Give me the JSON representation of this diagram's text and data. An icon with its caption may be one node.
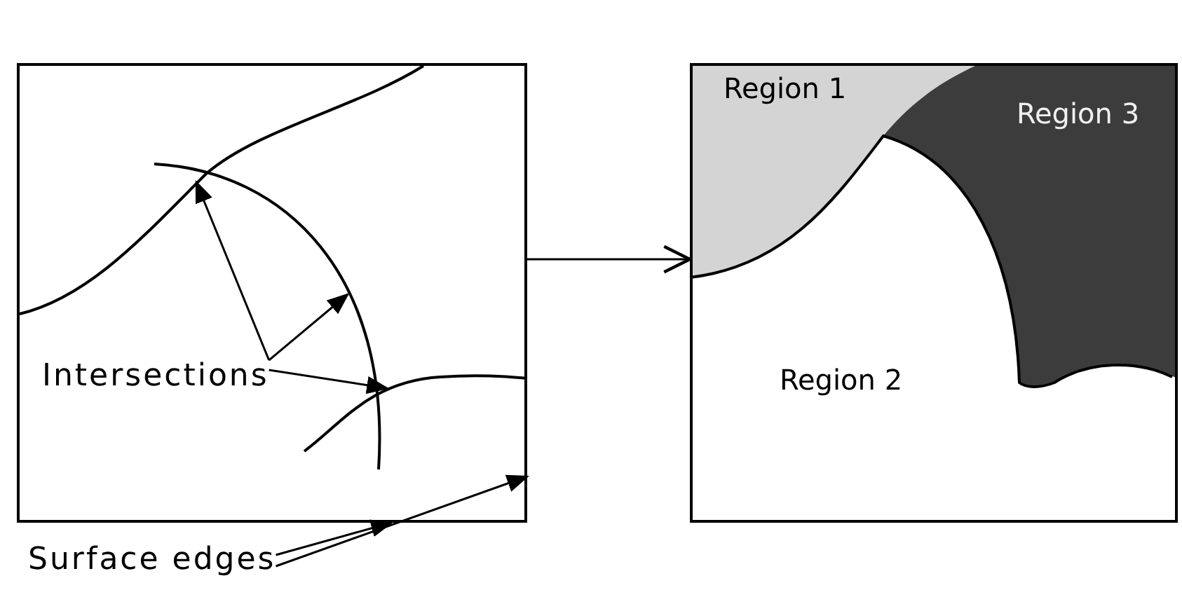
{
  "diagram": {
    "nodes": [
      {
        "text": [],
        "shape": "box"
      },
      {
        "text": [
          "Intersections"
        ],
        "in": 0
      },
      {
        "text": [],
        "shape": "box"
      },
      {
        "text": [
          "Region 1"
        ],
        "in": 2
      },
      {
        "text": [
          "Region 3"
        ],
        "in": 2
      },
      {
        "text": [
          "Region 2"
        ],
        "in": 2
      },
      {
        "text": [
          "Surface edges"
        ]
      }
    ],
    "edges": [
      {
        "from": 0,
        "to": 2,
        "arrow": "to"
      },
      {
        "from": 1,
        "to": null,
        "arrow": "to"
      },
      {
        "from": 1,
        "to": null,
        "arrow": "to"
      },
      {
        "from": 1,
        "to": null,
        "arrow": "to"
      },
      {
        "from": 6,
        "to": 0,
        "arrow": "to"
      },
      {
        "from": 6,
        "to": 0,
        "arrow": "to"
      }
    ]
  }
}
